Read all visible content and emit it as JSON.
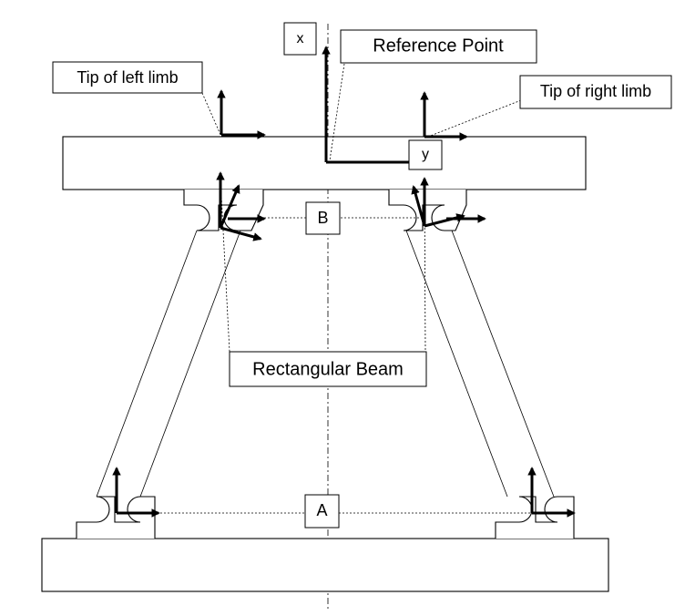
{
  "labels": {
    "x_axis": "x",
    "y_axis": "y",
    "reference_point": "Reference Point",
    "tip_left_limb": "Tip of left limb",
    "tip_right_limb": "Tip of right limb",
    "point_b": "B",
    "point_a": "A",
    "rectangular_beam": "Rectangular Beam"
  },
  "colors": {
    "line": "#000000",
    "background": "#ffffff"
  }
}
